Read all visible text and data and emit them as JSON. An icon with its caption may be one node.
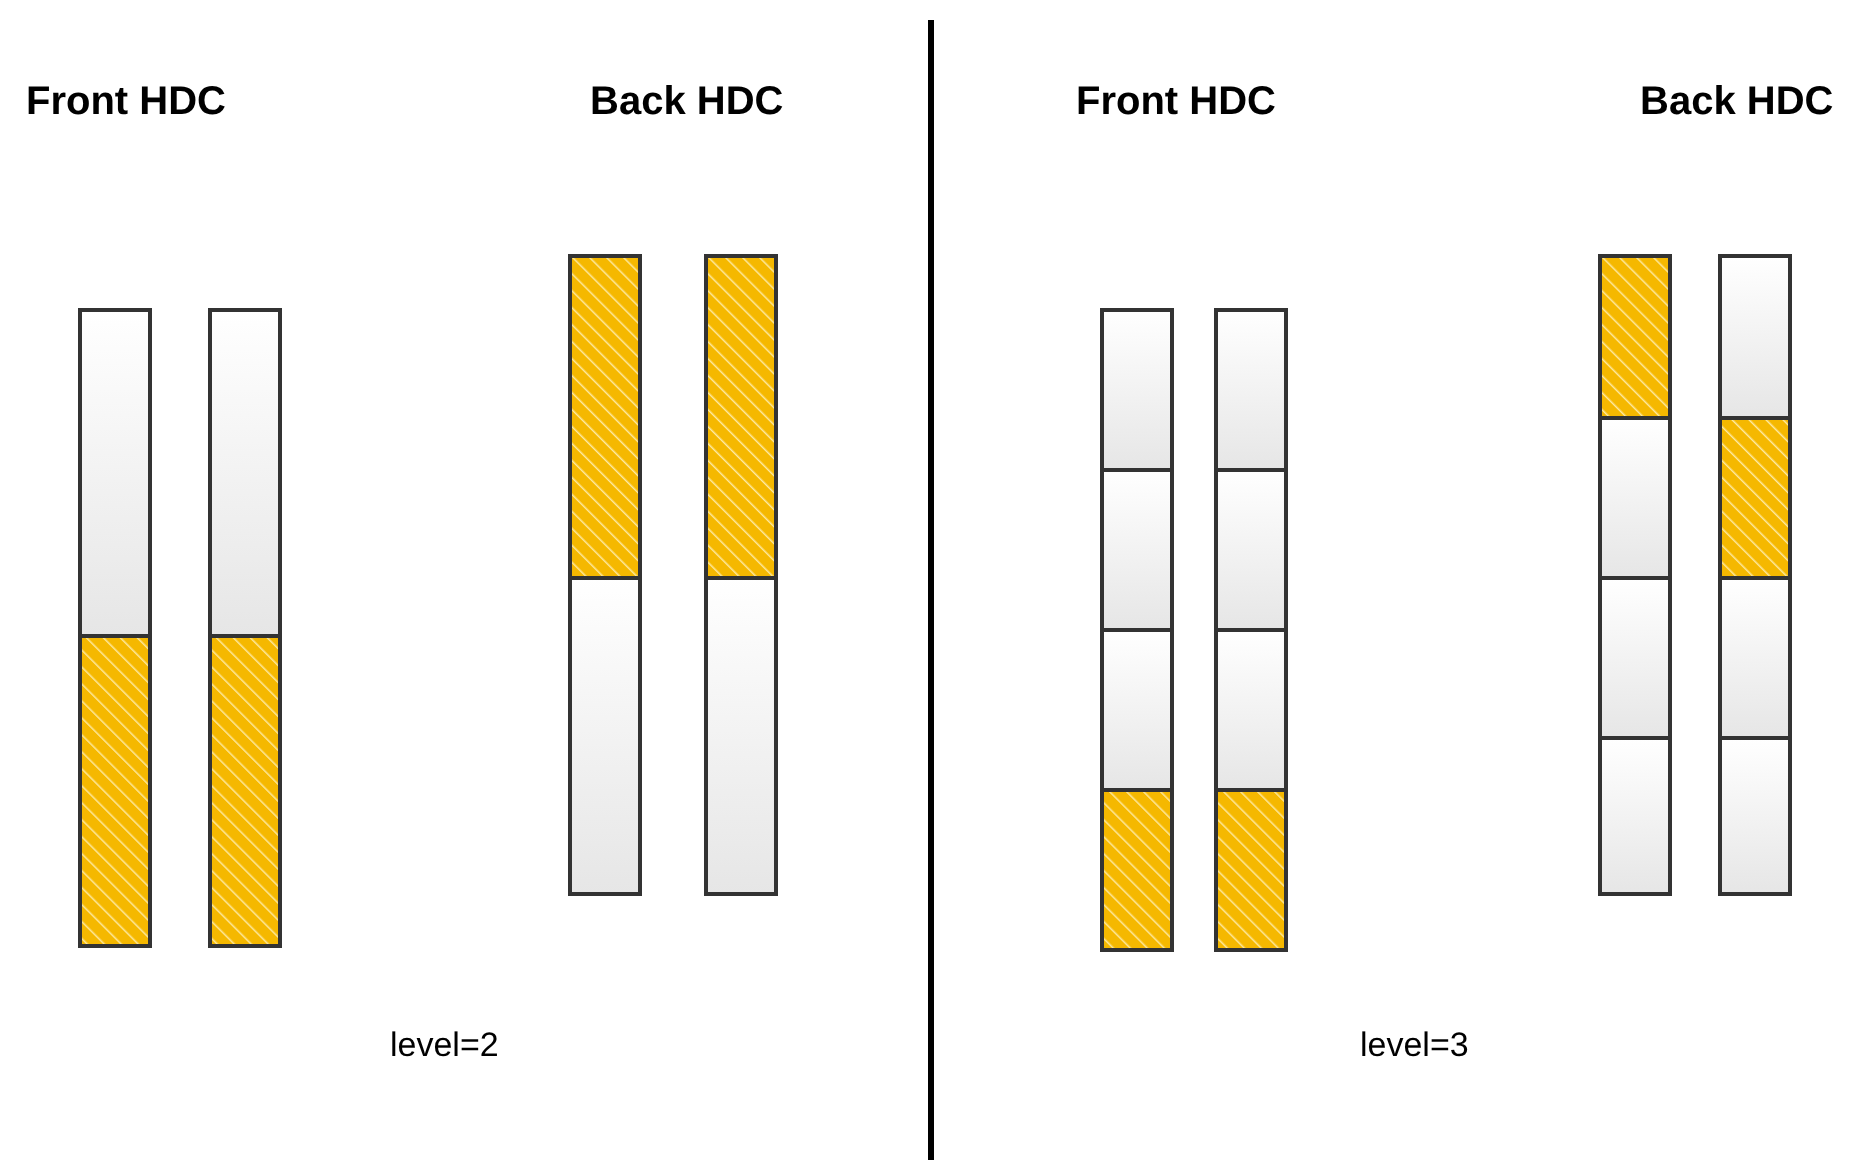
{
  "diagram": {
    "labels": [
      "Front HDC",
      "Back HDC",
      "Front HDC",
      "Back HDC",
      "level=2",
      "level=3"
    ]
  }
}
